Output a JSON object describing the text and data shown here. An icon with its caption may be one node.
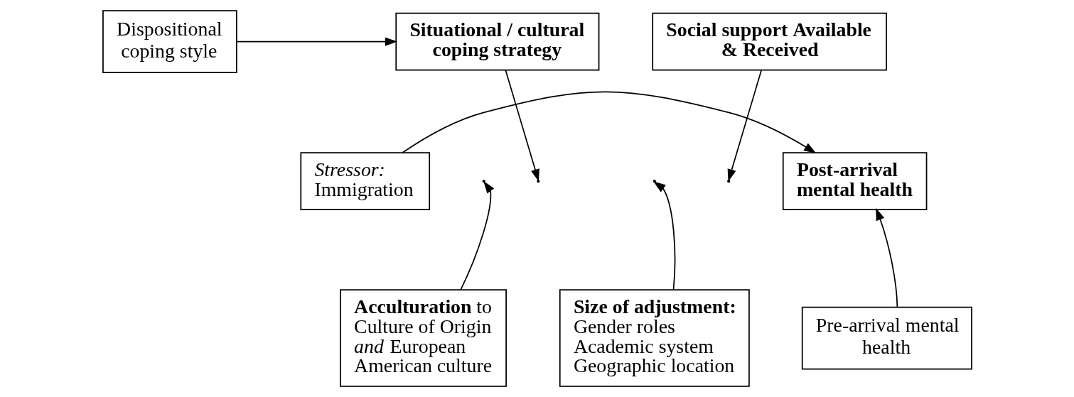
{
  "diagram": {
    "nodes": [
      {
        "text": [
          "Dispositional coping style"
        ]
      },
      {
        "text": [
          "**Situational / cultural coping strategy**"
        ]
      },
      {
        "text": [
          "**Social support Available & Received**"
        ]
      },
      {
        "text": [
          "*Stressor:*",
          "Immigration"
        ]
      },
      {
        "text": [
          "**Post-arrival mental health**"
        ]
      },
      {
        "text": [
          "**Acculturation** to Culture of Origin *and* European American culture"
        ]
      },
      {
        "text": [
          "**Size of adjustment:**",
          "Gender roles Academic system Geographic location"
        ]
      },
      {
        "text": [
          "Pre-arrival mental health"
        ]
      }
    ],
    "edges": [
      {
        "from": 0,
        "to": 1,
        "arrow": "to"
      },
      {
        "from": 3,
        "to": 4,
        "arrow": "to"
      },
      {
        "from": 1,
        "to": null,
        "arrow": "to"
      },
      {
        "from": 2,
        "to": null,
        "arrow": "to"
      },
      {
        "from": 5,
        "to": null,
        "arrow": "to"
      },
      {
        "from": 6,
        "to": null,
        "arrow": "to"
      },
      {
        "from": 7,
        "to": 4,
        "arrow": "to"
      }
    ]
  }
}
